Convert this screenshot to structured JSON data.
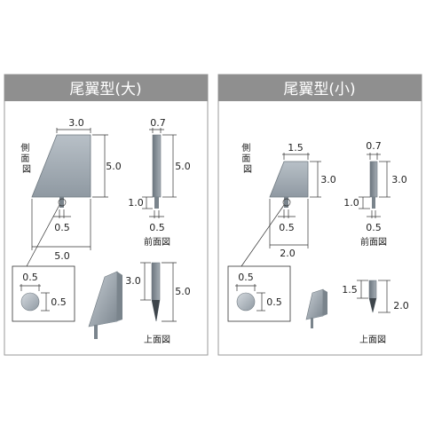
{
  "panels": [
    {
      "title": "尾翼型(大)",
      "side_view_label": "側面図",
      "front_view_label": "前面図",
      "top_view_label": "上面図",
      "dims": {
        "side_top": "3.0",
        "side_height": "5.0",
        "side_pin": "0.5",
        "side_base": "5.0",
        "front_top": "0.7",
        "front_height": "5.0",
        "front_pin_len": "1.0",
        "front_pin": "0.5",
        "detail_h": "0.5",
        "detail_v": "0.5",
        "top_left": "3.0",
        "top_right": "5.0"
      }
    },
    {
      "title": "尾翼型(小)",
      "side_view_label": "側面図",
      "front_view_label": "前面図",
      "top_view_label": "上面図",
      "dims": {
        "side_top": "1.5",
        "side_height": "3.0",
        "side_pin": "0.5",
        "side_base": "2.0",
        "front_top": "0.7",
        "front_height": "3.0",
        "front_pin_len": "1.0",
        "front_pin": "0.5",
        "detail_h": "0.5",
        "detail_v": "0.5",
        "top_left": "1.5",
        "top_right": "2.0"
      }
    }
  ],
  "colors": {
    "frame": "#9a9a9a",
    "title_bar": "#8f8f8f",
    "part_fill": "#9fa8b0",
    "part_dark": "#5f6a73",
    "dim_line": "#333333"
  }
}
